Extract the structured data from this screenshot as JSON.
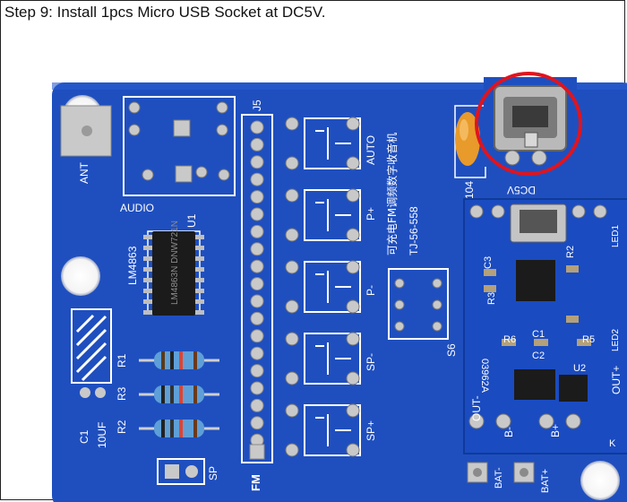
{
  "caption": "Step 9: Install 1pcs Micro USB Socket at DC5V.",
  "board_labels": {
    "ant": "ANT",
    "audio": "AUDIO",
    "u1": "U1",
    "lm4863": "LM4863",
    "chip_text": "LM4863N DNW721N",
    "j5": "J5",
    "fm": "FM",
    "auto": "AUTO",
    "p_plus": "P+",
    "p_minus": "P-",
    "sp_minus": "SP-",
    "sp_plus": "SP+",
    "sp": "SP",
    "r1": "R1",
    "r3": "R3",
    "r2": "R2",
    "c1": "C1",
    "c1_value": "10UF",
    "cap104": "104",
    "dc5v": "DC5V",
    "s6": "S6",
    "title_cn": "可充电FM调频数字收音机",
    "model": "TJ-56-558",
    "bat_minus": "BAT-",
    "bat_plus": "BAT+"
  },
  "module_labels": {
    "c3": "C3",
    "r2": "R2",
    "r3": "R3",
    "r6": "R6",
    "c1": "C1",
    "c2": "C2",
    "r5": "R5",
    "u2": "U2",
    "led1": "LED1",
    "led2": "LED2",
    "code": "03962A",
    "out_minus": "OUT-",
    "out_plus": "OUT+",
    "b_minus": "B-",
    "b_plus": "B+",
    "k": "K"
  },
  "colors": {
    "pcb": "#1f4fbf",
    "pcb_dark": "#163f9e",
    "silk": "#ffffff",
    "pad": "#c9c9c9",
    "highlight": "#e0141e",
    "chip": "#1b1b1b"
  }
}
